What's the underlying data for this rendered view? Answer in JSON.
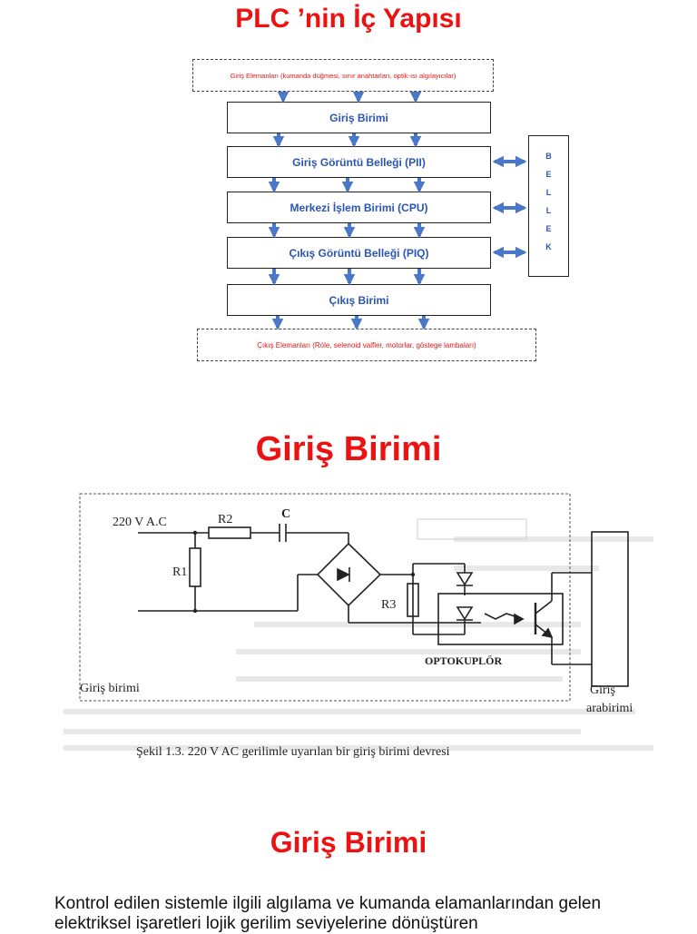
{
  "slide1": {
    "title": "PLC ’nin İç Yapısı",
    "input_elements": "Giriş Elemanları (kumanda düğmesi, sınır anahtarları, optik-ısı algılayıcılar)",
    "blocks": [
      "Giriş Birimi",
      "Giriş Görüntü Belleği (PII)",
      "Merkezi İşlem Birimi (CPU)",
      "Çıkış Görüntü Belleği (PIQ)",
      "Çıkış Birimi"
    ],
    "memory": "BELLEK",
    "output_elements": "Çıkış Elemanları (Röle, selenoid valfler, motorlar, göstege lambaları)"
  },
  "slide2": {
    "title": "Giriş Birimi",
    "circuit": {
      "supply": "220 V A.C",
      "r2": "R2",
      "c": "C",
      "r1": "R1",
      "r3": "R3",
      "optocoupler": "OPTOKUPLÖR",
      "input_unit": "Giriş birimi",
      "interface_line1": "Giriş",
      "interface_line2": "arabirimi",
      "caption": "Şekil 1.3. 220 V AC gerilimle uyarılan bir giriş birimi devresi"
    }
  },
  "slide3": {
    "title": "Giriş Birimi",
    "body": "Kontrol edilen sistemle ilgili algılama ve kumanda elamanlarından gelen elektriksel işaretleri lojik gerilim seviyelerine dönüştüren"
  },
  "colors": {
    "title_red": "#ee1111",
    "block_text_blue": "#2b55b5",
    "arrow_blue": "#4a78c8"
  }
}
